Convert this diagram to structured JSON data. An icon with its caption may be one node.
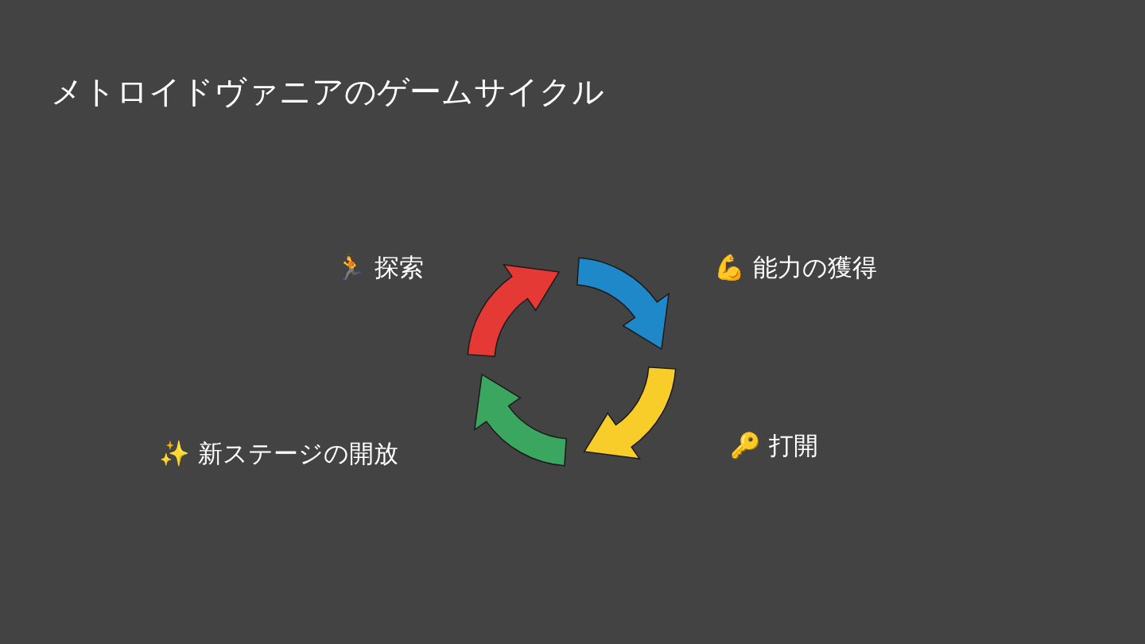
{
  "diagram": {
    "title": "メトロイドヴァニアのゲームサイクル",
    "nodes": [
      {
        "text": [
          "🏃 探索"
        ]
      },
      {
        "text": [
          "💪 能力の獲得"
        ]
      },
      {
        "text": [
          "🔑 打開"
        ]
      },
      {
        "text": [
          "✨ 新ステージの開放"
        ]
      }
    ]
  }
}
